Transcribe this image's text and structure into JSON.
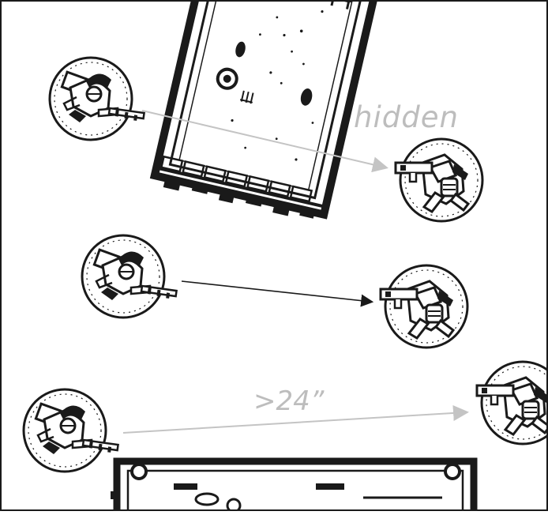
{
  "annotations": {
    "hidden_label": "hidden",
    "range_label": ">24”"
  },
  "colors": {
    "ink": "#1a1a1a",
    "faded_arrow": "#c4c4c4",
    "label_gray": "#bdbdbd",
    "background": "#ffffff"
  },
  "icons": [
    "shooter-model-token",
    "target-model-token",
    "ruin-terrain"
  ]
}
